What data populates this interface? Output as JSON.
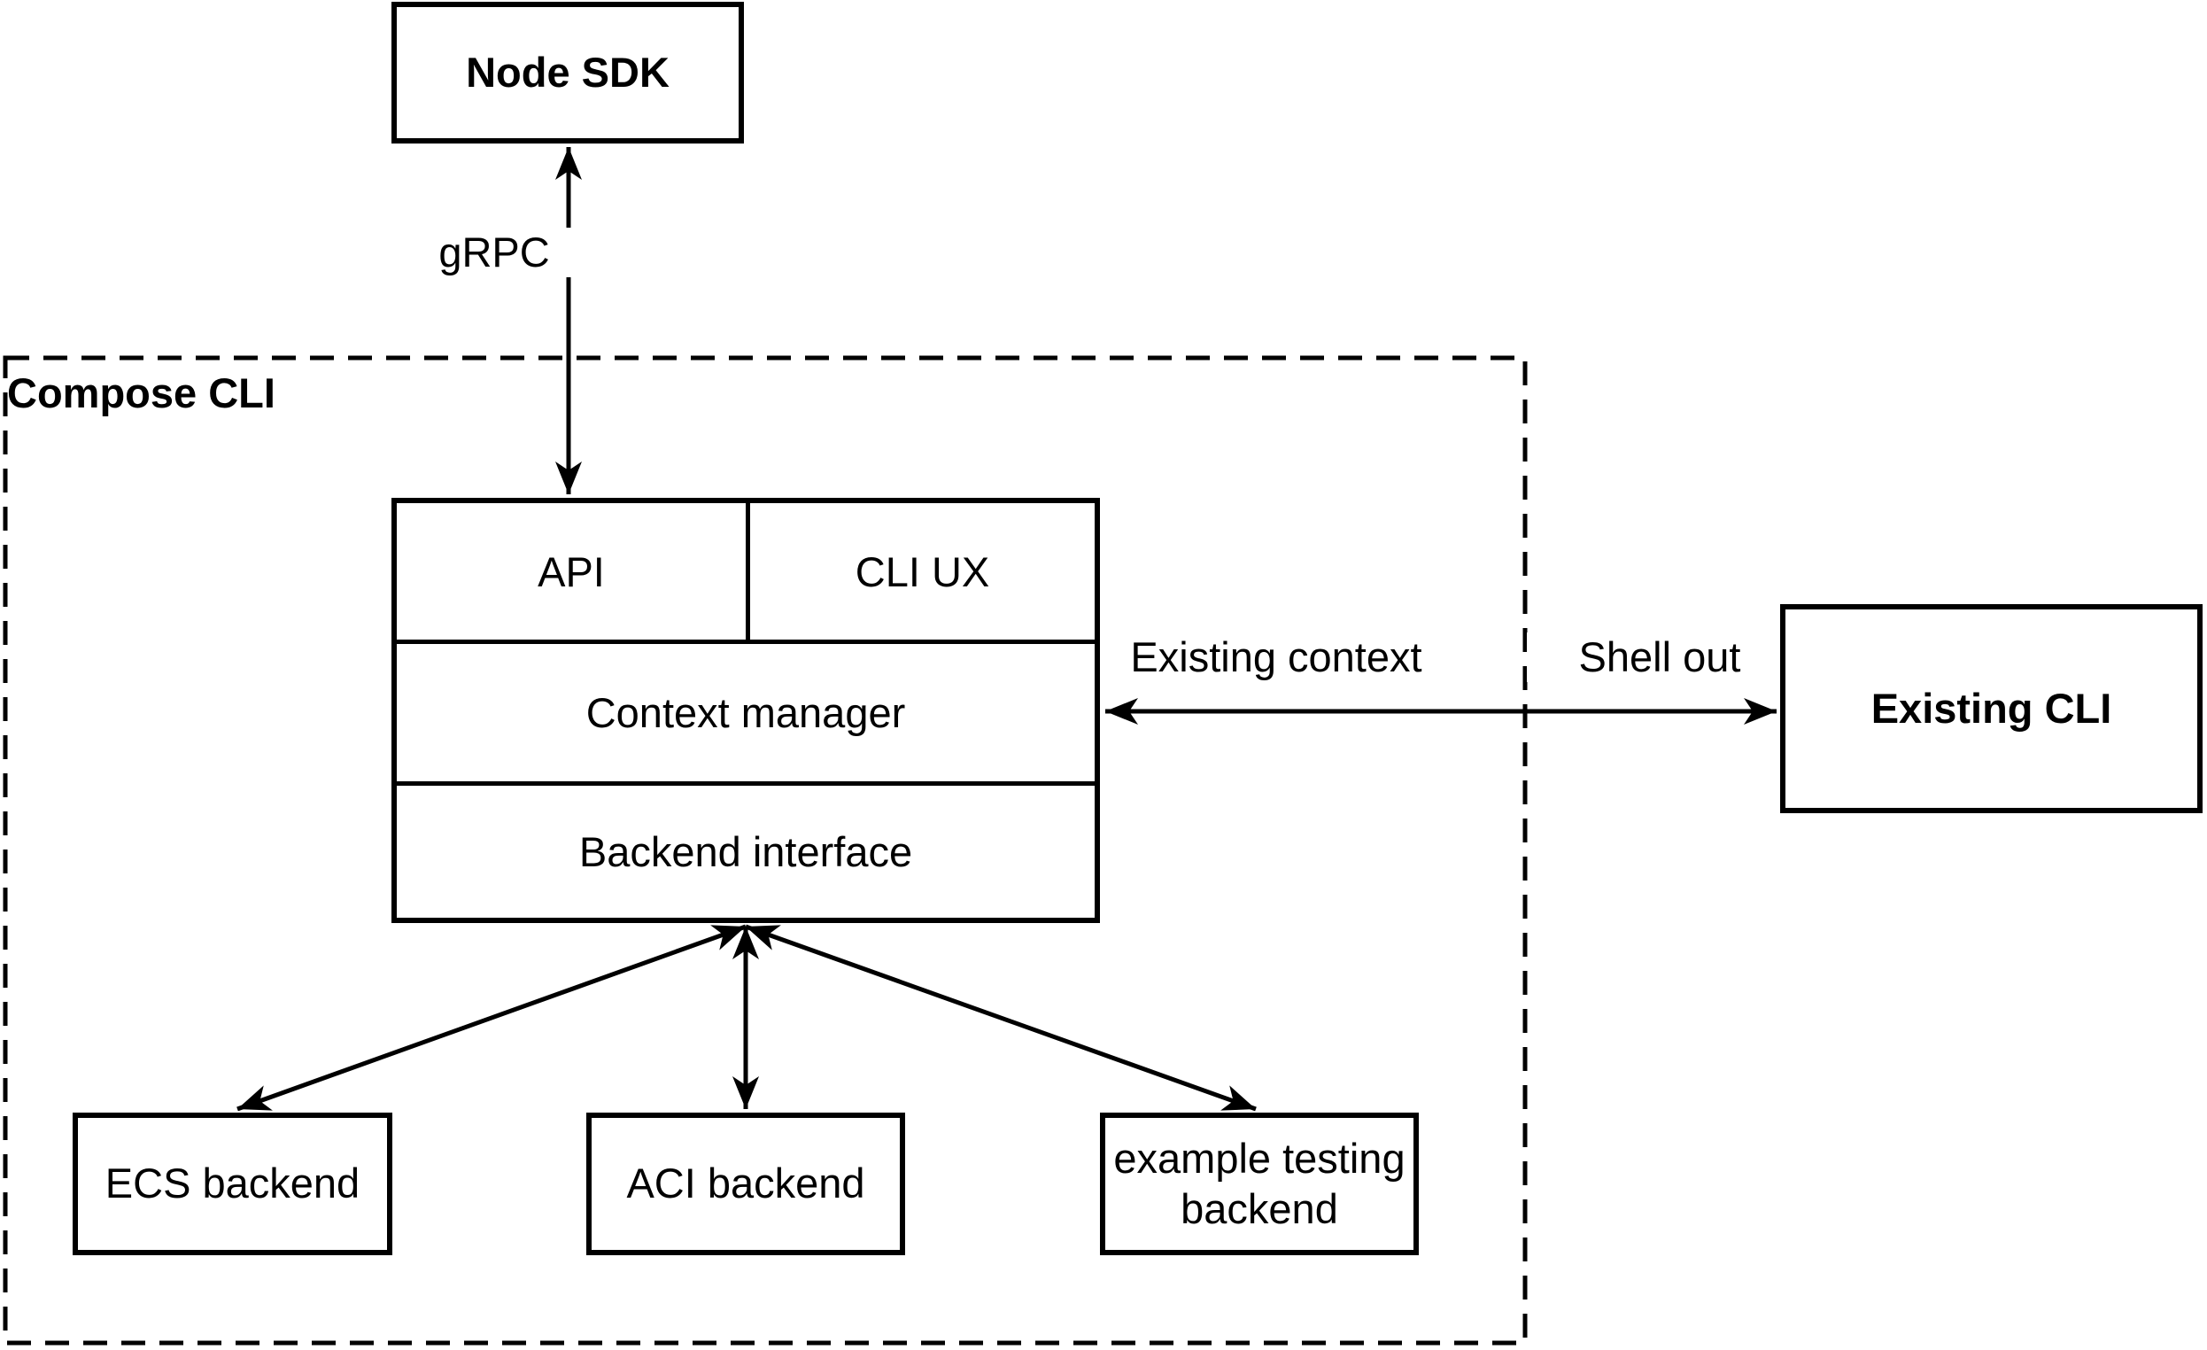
{
  "diagram": {
    "container": {
      "label": "Compose CLI"
    },
    "nodes": {
      "node_sdk": {
        "label": "Node SDK"
      },
      "api": {
        "label": "API"
      },
      "cli_ux": {
        "label": "CLI UX"
      },
      "context_manager": {
        "label": "Context manager"
      },
      "backend_interface": {
        "label": "Backend interface"
      },
      "existing_cli": {
        "label": "Existing CLI"
      },
      "ecs_backend": {
        "label": "ECS backend"
      },
      "aci_backend": {
        "label": "ACI backend"
      },
      "example_testing_backend": {
        "label": "example testing backend"
      }
    },
    "edge_labels": {
      "grpc": "gRPC",
      "existing_context": "Existing context",
      "shell_out": "Shell out"
    },
    "colors": {
      "stroke": "#000000",
      "background": "#ffffff"
    }
  }
}
